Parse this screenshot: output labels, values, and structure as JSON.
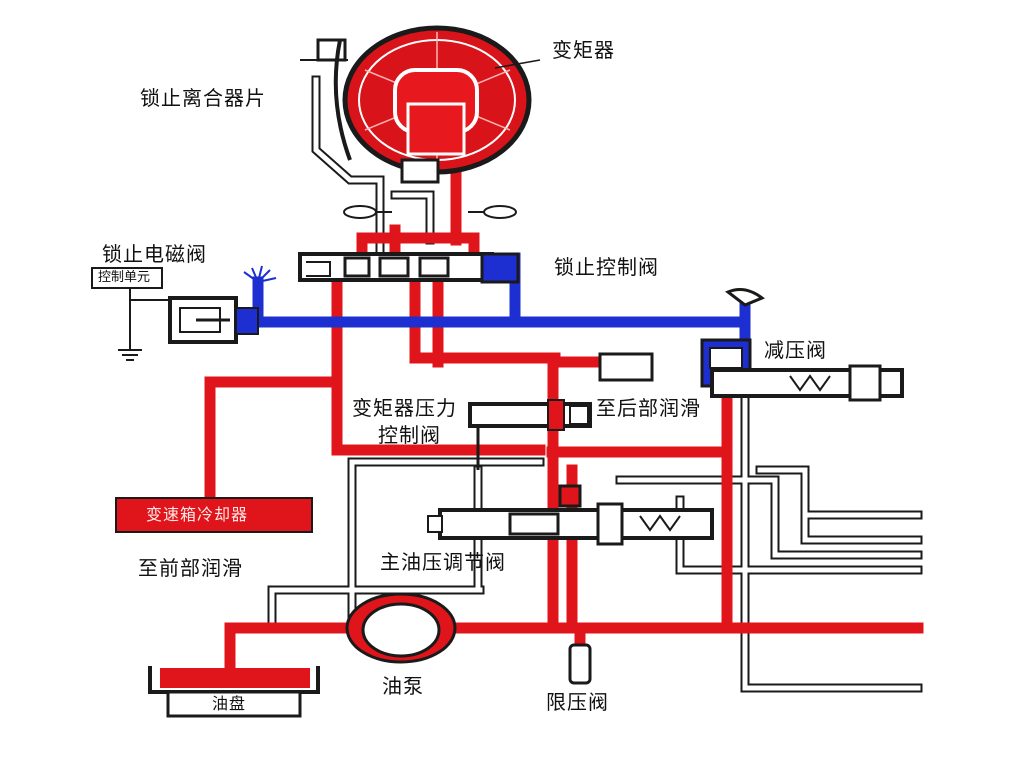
{
  "labels": {
    "torque_converter": "变矩器",
    "lockup_clutch_plate": "锁止离合器片",
    "lockup_solenoid": "锁止电磁阀",
    "control_unit": "控制单元",
    "lockup_control_valve": "锁止控制阀",
    "reducing_valve": "减压阀",
    "tc_pressure_control_valve_1": "变矩器压力",
    "tc_pressure_control_valve_2": "控制阀",
    "to_rear_lubrication": "至后部润滑",
    "cooler": "变速箱冷却器",
    "to_front_lubrication": "至前部润滑",
    "main_pressure_regulator": "主油压调节阀",
    "oil_pump": "油泵",
    "oil_pan": "油盘",
    "pressure_limit_valve": "限压阀"
  },
  "colors": {
    "pressure_line": "#e0151b",
    "control_line": "#1d2fd0",
    "return_line": "#ffffff",
    "outline": "#1a1a1a",
    "background": "#ffffff"
  }
}
